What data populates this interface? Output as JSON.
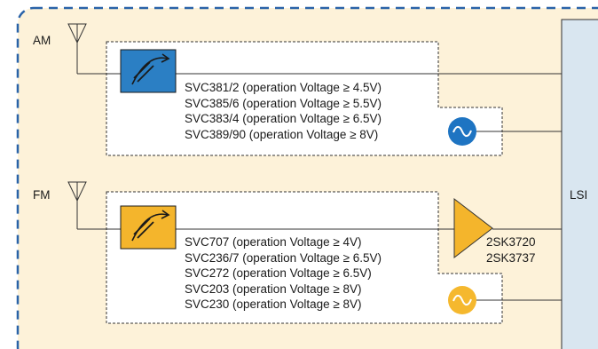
{
  "am": {
    "band_label": "AM",
    "varactor_specs": [
      "SVC381/2 (operation Voltage ≥ 4.5V)",
      "SVC385/6 (operation Voltage ≥ 5.5V)",
      "SVC383/4 (operation Voltage ≥ 6.5V)",
      "SVC389/90 (operation Voltage ≥ 8V)"
    ],
    "block_color": "#2b7fc4",
    "oscillator_color": "#1e74c2"
  },
  "fm": {
    "band_label": "FM",
    "varactor_specs": [
      "SVC707 (operation Voltage ≥ 4V)",
      "SVC236/7 (operation Voltage ≥ 6.5V)",
      "SVC272 (operation Voltage ≥ 6.5V)",
      "SVC203 (operation Voltage ≥ 8V)",
      "SVC230 (operation Voltage ≥ 8V)"
    ],
    "amplifier_parts": [
      "2SK3720",
      "2SK3737"
    ],
    "block_color": "#f4b52c",
    "oscillator_color": "#f5b82e"
  },
  "lsi": {
    "label": "LSI",
    "fill": "#d9e6f0"
  },
  "frame": {
    "background": "#fdf2d9",
    "border": "#2a63a8"
  },
  "icons": {
    "antenna": "antenna-icon",
    "varactor": "variable-capacitor-icon",
    "oscillator": "sine-wave-icon",
    "amplifier": "amplifier-triangle-icon"
  }
}
